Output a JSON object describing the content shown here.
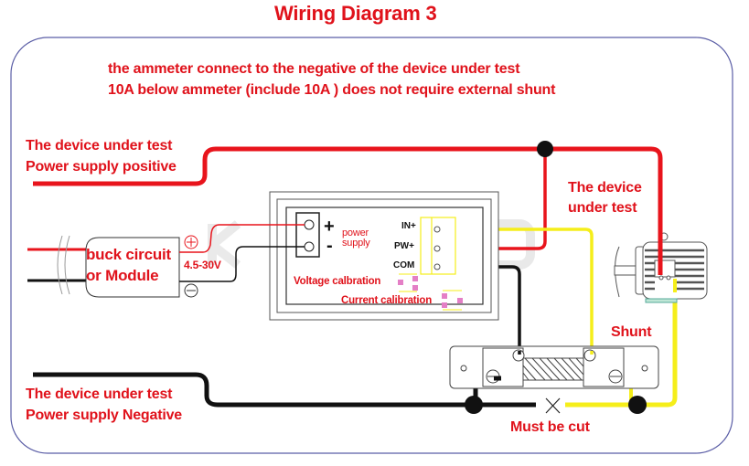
{
  "title": "Wiring Diagram 3",
  "notes": [
    "the ammeter connect to the negative of the device under test",
    "10A below ammeter (include 10A ) does not require external shunt"
  ],
  "labels": {
    "positive_line1": "The device under test",
    "positive_line2": "Power supply positive",
    "negative_line1": "The device under test",
    "negative_line2": "Power supply Negative",
    "device_line1": "The device",
    "device_line2": "under test",
    "buck_line1": "buck circuit",
    "buck_line2": "or Module",
    "voltage_range": "4.5-30V",
    "power_supply_line1": "power",
    "power_supply_line2": "supply",
    "plus_sign": "+",
    "minus_sign": "-",
    "voltage_calibration": "Voltage calbration",
    "current_calibration": "Current calibration",
    "terminal_in": "IN+",
    "terminal_pw": "PW+",
    "terminal_com": "COM",
    "shunt": "Shunt",
    "must_be_cut": "Must be cut"
  },
  "colors": {
    "text_red": "#e0121b",
    "wire_red": "#e8141c",
    "wire_black": "#111111",
    "wire_yellow": "#f5ee1a",
    "frame_blue": "#5b5ea6",
    "pad_pink": "#e47fc6"
  }
}
